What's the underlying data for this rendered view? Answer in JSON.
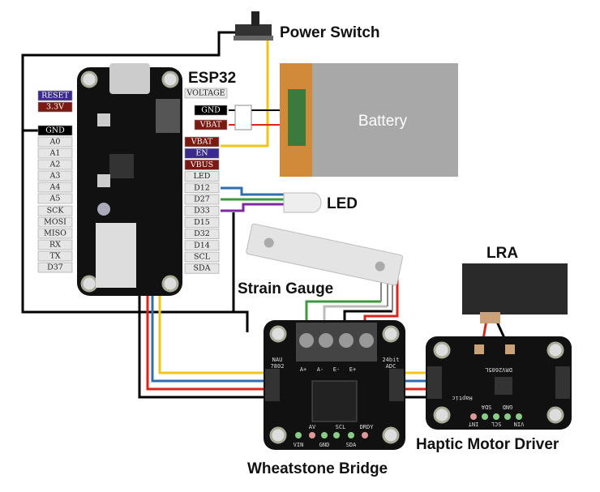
{
  "titles": {
    "power_switch": "Power Switch",
    "esp32": "ESP32",
    "battery": "Battery",
    "led": "LED",
    "strain_gauge": "Strain Gauge",
    "lra": "LRA",
    "wheatstone": "Wheatstone Bridge",
    "haptic": "Haptic Motor Driver"
  },
  "esp32_left_pins": [
    {
      "label": "RESET",
      "style": "purple"
    },
    {
      "label": "3.3V",
      "style": "red"
    },
    {
      "label": "GND",
      "style": "black"
    },
    {
      "label": "A0",
      "style": "gray"
    },
    {
      "label": "A1",
      "style": "gray"
    },
    {
      "label": "A2",
      "style": "gray"
    },
    {
      "label": "A3",
      "style": "gray"
    },
    {
      "label": "A4",
      "style": "gray"
    },
    {
      "label": "A5",
      "style": "gray"
    },
    {
      "label": "SCK",
      "style": "gray"
    },
    {
      "label": "MOSI",
      "style": "gray"
    },
    {
      "label": "MISO",
      "style": "gray"
    },
    {
      "label": "RX",
      "style": "gray"
    },
    {
      "label": "TX",
      "style": "gray"
    },
    {
      "label": "D37",
      "style": "gray"
    }
  ],
  "esp32_right_pins": [
    {
      "label": "VBAT",
      "style": "red"
    },
    {
      "label": "EN",
      "style": "purple"
    },
    {
      "label": "VBUS",
      "style": "red"
    },
    {
      "label": "LED",
      "style": "gray"
    },
    {
      "label": "D12",
      "style": "gray"
    },
    {
      "label": "D27",
      "style": "gray"
    },
    {
      "label": "D33",
      "style": "gray"
    },
    {
      "label": "D15",
      "style": "gray"
    },
    {
      "label": "D32",
      "style": "gray"
    },
    {
      "label": "D14",
      "style": "gray"
    },
    {
      "label": "SCL",
      "style": "gray"
    },
    {
      "label": "SDA",
      "style": "gray"
    }
  ],
  "esp32_top_pins": {
    "voltage": "VOLTAGE",
    "gnd": "GND",
    "vbat": "VBAT"
  },
  "wheatstone_silk": {
    "chip": "NAU",
    "chip2": "7802",
    "adc": "24bit",
    "adc2": "ADC",
    "terminals": [
      "A+",
      "A-",
      "E-",
      "E+"
    ],
    "bottom_top": [
      "AV",
      "SCL",
      "DRDY"
    ],
    "bottom": [
      "VIN",
      "GND",
      "SDA"
    ]
  },
  "haptic_silk": {
    "chip": "DRV2605L",
    "name": "Haptic",
    "pads_top": [
      "SDA",
      "GND"
    ],
    "pads_bottom": [
      "INT",
      "SCL",
      "VIN"
    ]
  },
  "colors": {
    "purple": "#3b2a8c",
    "red": "#7a1a12",
    "black": "#000000",
    "gray": "#e6e6e6",
    "wire_red": "#d8261c",
    "wire_blue": "#2f6db0",
    "wire_yellow": "#f0c419",
    "wire_green": "#3d9a3a",
    "wire_purple": "#7a2d9a",
    "battery": "#a8a8a8",
    "battery_conn": "#d08a3a"
  }
}
